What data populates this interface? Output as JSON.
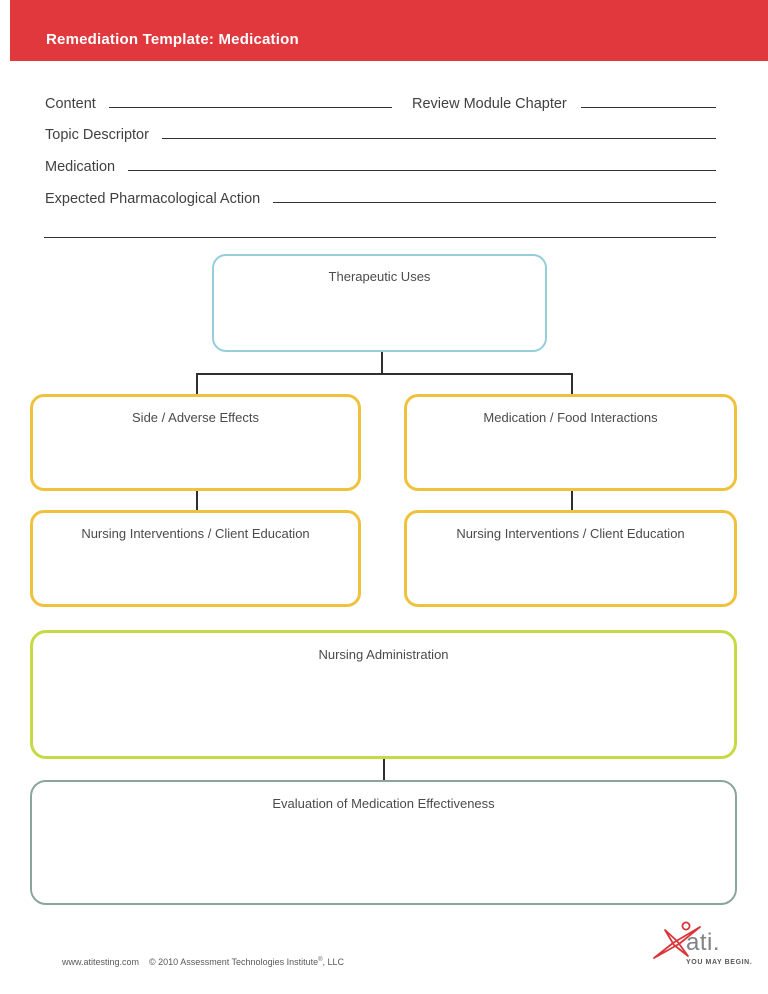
{
  "header": {
    "title": "Remediation Template: Medication",
    "background_color": "#e0383d"
  },
  "form": {
    "fields": [
      {
        "label": "Content",
        "value": ""
      },
      {
        "label": "Review Module Chapter",
        "value": ""
      },
      {
        "label": "Topic Descriptor",
        "value": ""
      },
      {
        "label": "Medication",
        "value": ""
      },
      {
        "label": "Expected Pharmacological Action",
        "value": ""
      }
    ]
  },
  "diagram": {
    "boxes": {
      "therapeutic_uses": {
        "label": "Therapeutic Uses",
        "border_color": "#93ceda"
      },
      "side_adverse_effects": {
        "label": "Side / Adverse Effects",
        "border_color": "#efc23e"
      },
      "medication_food_interactions": {
        "label": "Medication / Food Interactions",
        "border_color": "#efc23e"
      },
      "nursing_interventions_left": {
        "label": "Nursing Interventions / Client Education",
        "border_color": "#efc23e"
      },
      "nursing_interventions_right": {
        "label": "Nursing Interventions / Client Education",
        "border_color": "#efc23e"
      },
      "nursing_administration": {
        "label": "Nursing Administration",
        "border_color": "#c5da45"
      },
      "evaluation_of_medication_effectiveness": {
        "label": "Evaluation of Medication Effectiveness",
        "border_color": "#8aa69b"
      }
    }
  },
  "footer": {
    "website": "www.atitesting.com",
    "copyright_pre": "© 2010 Assessment Technologies Institute",
    "registered": "®",
    "copyright_post": ", LLC",
    "logo_word": "ati.",
    "logo_tagline": "YOU MAY BEGIN.",
    "logo_color": "#d9363a"
  }
}
